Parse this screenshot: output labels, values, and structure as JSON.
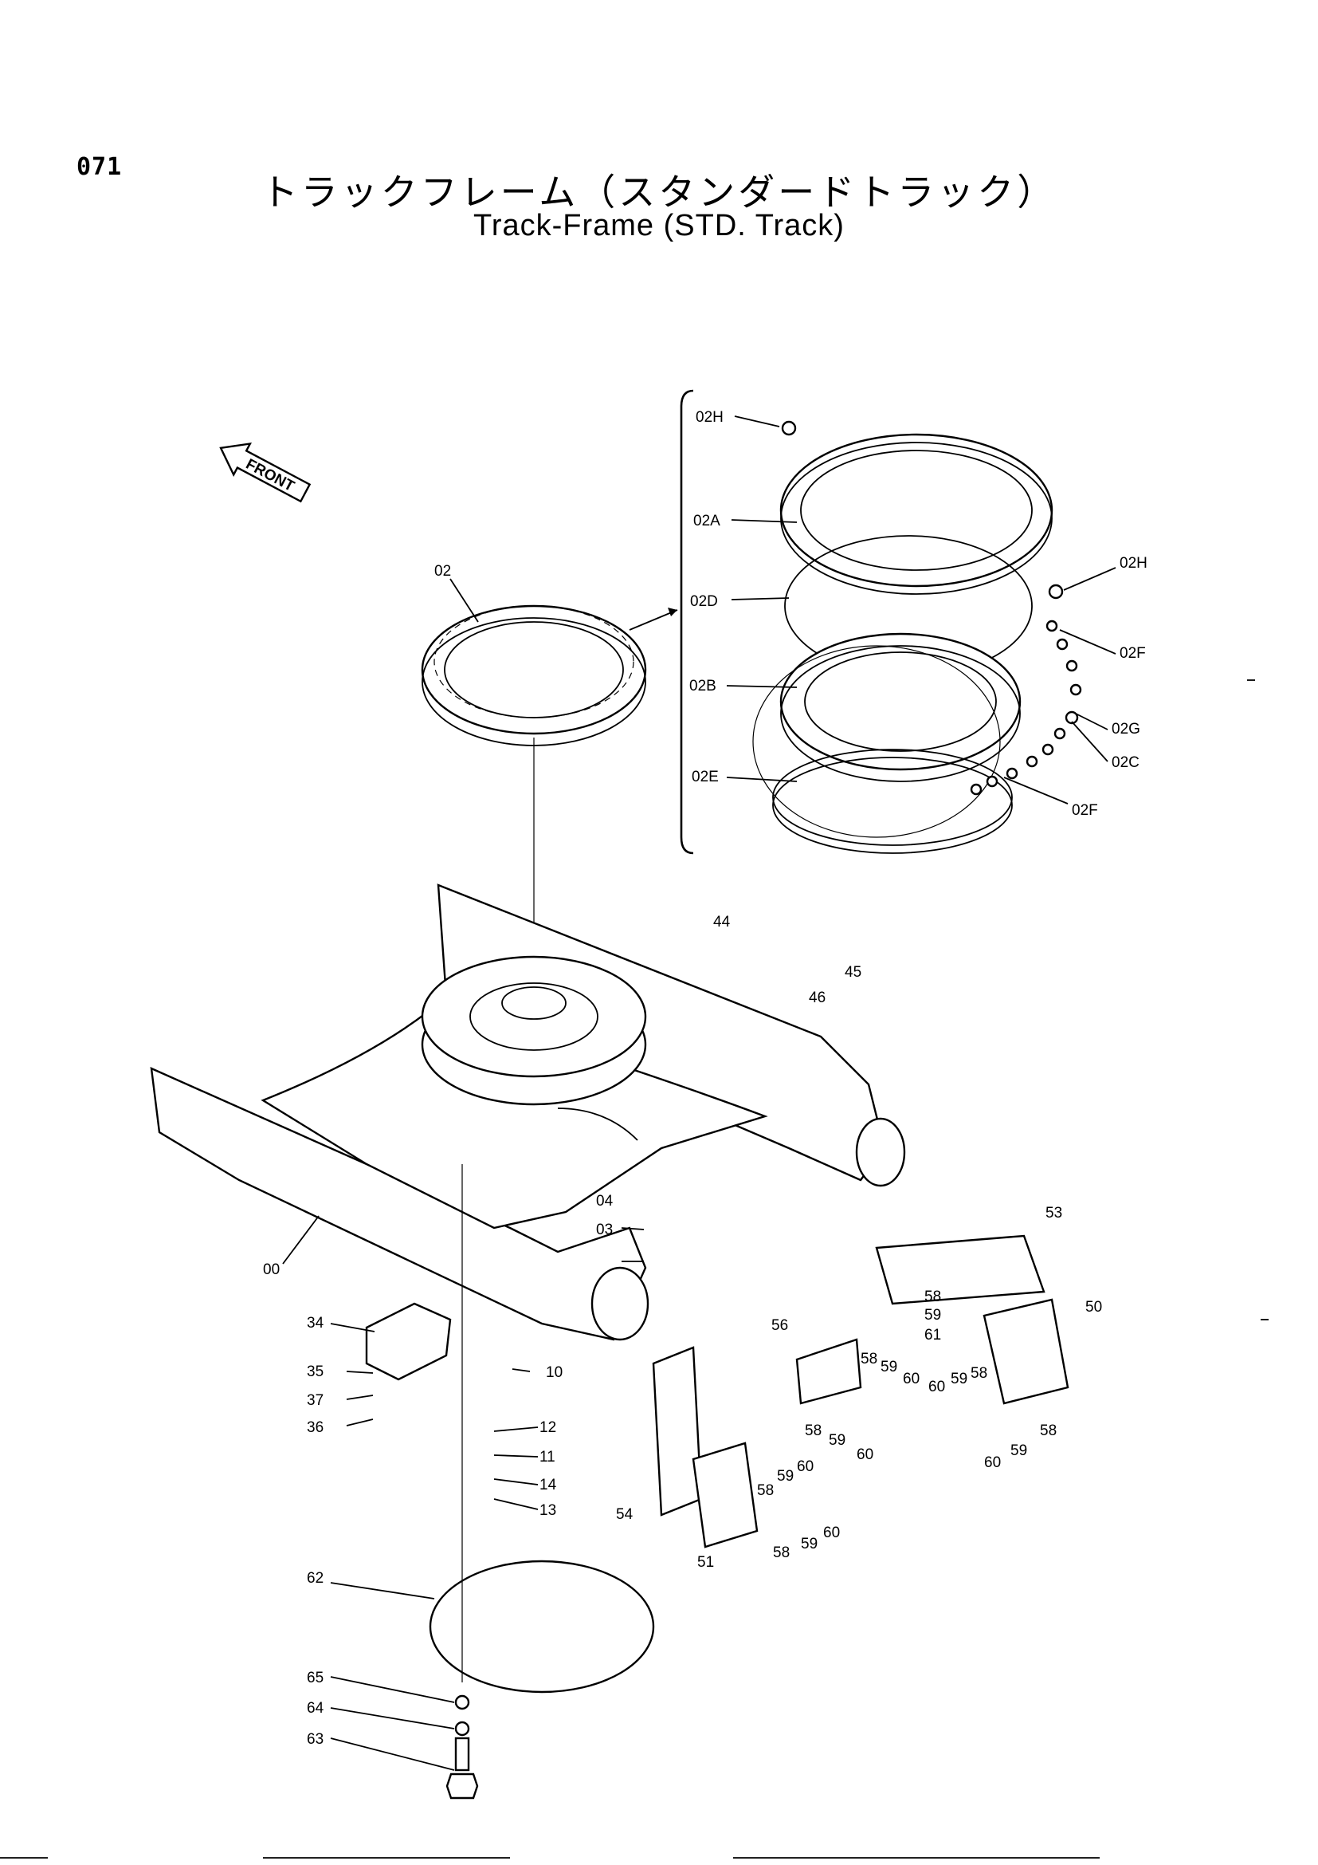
{
  "page_number": "071",
  "title_jp": "トラックフレーム（スタンダードトラック）",
  "title_en": "Track-Frame (STD. Track)",
  "front_label": "FRONT",
  "labels": {
    "l02H_top": "02H",
    "l02A": "02A",
    "l02D": "02D",
    "l02B": "02B",
    "l02E": "02E",
    "l02H_right": "02H",
    "l02F_top": "02F",
    "l02G": "02G",
    "l02C": "02C",
    "l02F_bottom": "02F",
    "l02": "02",
    "l00": "00",
    "l03": "03",
    "l04": "04",
    "l10": "10",
    "l11": "11",
    "l12": "12",
    "l13": "13",
    "l14": "14",
    "l34": "34",
    "l35": "35",
    "l36": "36",
    "l37": "37",
    "l44": "44",
    "l45": "45",
    "l46": "46",
    "l50": "50",
    "l51": "51",
    "l53": "53",
    "l54": "54",
    "l56": "56",
    "l58_a": "58",
    "l59_a": "59",
    "l61": "61",
    "l58_b": "58",
    "l59_b": "59",
    "l60_b": "60",
    "l60_c": "60",
    "l59_c": "59",
    "l58_c": "58",
    "l58_d": "58",
    "l59_d": "59",
    "l60_d": "60",
    "l60_e": "60",
    "l59_e": "59",
    "l58_e": "58",
    "l59_f": "59",
    "l60_f": "60",
    "l58_f": "58",
    "l58_g": "58",
    "l59_g": "59",
    "l60_g": "60",
    "l62": "62",
    "l63": "63",
    "l64": "64",
    "l65": "65"
  }
}
